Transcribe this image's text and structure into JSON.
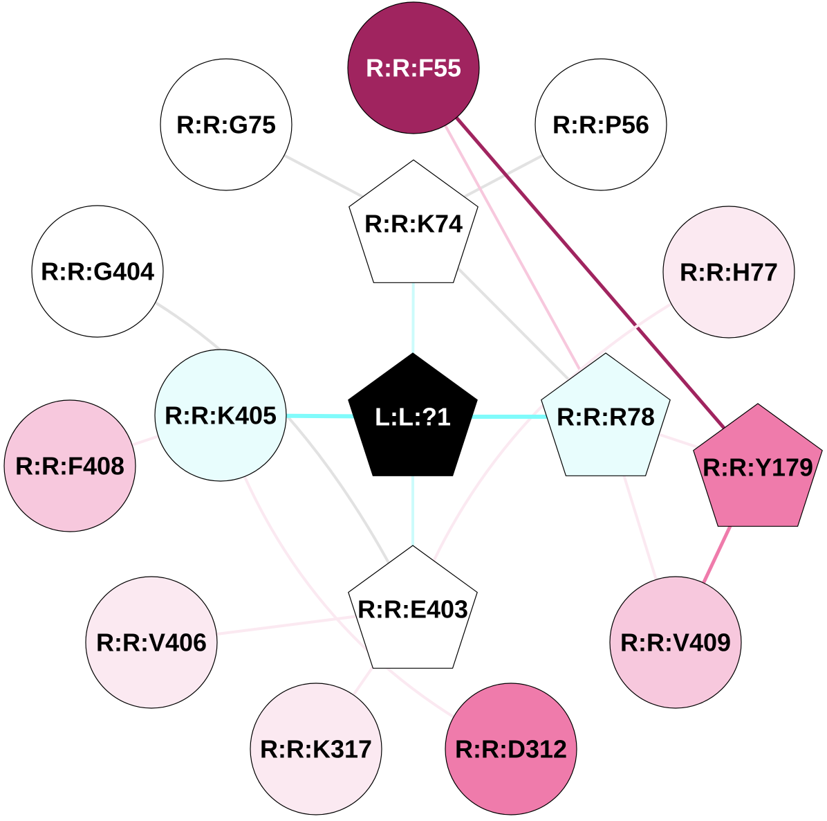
{
  "nodes": [
    {
      "id": "F55",
      "label": "R:R:F55",
      "shape": "circle",
      "fill": "#a0245f",
      "text": "#ffffff"
    },
    {
      "id": "G75",
      "label": "R:R:G75",
      "shape": "circle",
      "fill": "#ffffff",
      "text": "#000000"
    },
    {
      "id": "P56",
      "label": "R:R:P56",
      "shape": "circle",
      "fill": "#ffffff",
      "text": "#000000"
    },
    {
      "id": "K74",
      "label": "R:R:K74",
      "shape": "pentagon",
      "fill": "#ffffff",
      "text": "#000000"
    },
    {
      "id": "G404",
      "label": "R:R:G404",
      "shape": "circle",
      "fill": "#ffffff",
      "text": "#000000"
    },
    {
      "id": "H77",
      "label": "R:R:H77",
      "shape": "circle",
      "fill": "#fbe9f1",
      "text": "#000000"
    },
    {
      "id": "L1",
      "label": "L:L:?1",
      "shape": "pentagon",
      "fill": "#000000",
      "text": "#ffffff"
    },
    {
      "id": "K405",
      "label": "R:R:K405",
      "shape": "circle",
      "fill": "#e8fdfd",
      "text": "#000000"
    },
    {
      "id": "R78",
      "label": "R:R:R78",
      "shape": "pentagon",
      "fill": "#e8fdfd",
      "text": "#000000"
    },
    {
      "id": "F408",
      "label": "R:R:F408",
      "shape": "circle",
      "fill": "#f7c8dd",
      "text": "#000000"
    },
    {
      "id": "Y179",
      "label": "R:R:Y179",
      "shape": "pentagon",
      "fill": "#ef7bab",
      "text": "#000000"
    },
    {
      "id": "E403",
      "label": "R:R:E403",
      "shape": "pentagon",
      "fill": "#ffffff",
      "text": "#000000"
    },
    {
      "id": "V406",
      "label": "R:R:V406",
      "shape": "circle",
      "fill": "#fbe9f1",
      "text": "#000000"
    },
    {
      "id": "V409",
      "label": "R:R:V409",
      "shape": "circle",
      "fill": "#f7c8dd",
      "text": "#000000"
    },
    {
      "id": "K317",
      "label": "R:R:K317",
      "shape": "circle",
      "fill": "#fbe9f1",
      "text": "#000000"
    },
    {
      "id": "D312",
      "label": "R:R:D312",
      "shape": "circle",
      "fill": "#ef7bab",
      "text": "#000000"
    }
  ],
  "edges": [
    {
      "from": "G75",
      "to": "K74",
      "color": "#e2e2e2"
    },
    {
      "from": "P56",
      "to": "K74",
      "color": "#e2e2e2"
    },
    {
      "from": "K74",
      "to": "R78",
      "color": "#e2e2e2"
    },
    {
      "from": "G404",
      "to": "E403",
      "color": "#e2e2e2"
    },
    {
      "from": "F55",
      "to": "R78",
      "color": "#f7c8dd"
    },
    {
      "from": "F55",
      "to": "Y179",
      "color": "#a0245f"
    },
    {
      "from": "H77",
      "to": "E403",
      "color": "#fbe9f1"
    },
    {
      "from": "R78",
      "to": "Y179",
      "color": "#fbe9f1"
    },
    {
      "from": "R78",
      "to": "V409",
      "color": "#fbe9f1"
    },
    {
      "from": "Y179",
      "to": "V409",
      "color": "#ef7bab"
    },
    {
      "from": "F408",
      "to": "K405",
      "color": "#fbe9f1"
    },
    {
      "from": "K405",
      "to": "D312",
      "color": "#fbe9f1"
    },
    {
      "from": "V406",
      "to": "E403",
      "color": "#fbe9f1"
    },
    {
      "from": "K317",
      "to": "E403",
      "color": "#fbe9f1"
    },
    {
      "from": "K74",
      "to": "L1",
      "color": "#ccfbfb"
    },
    {
      "from": "L1",
      "to": "E403",
      "color": "#ccfbfb"
    },
    {
      "from": "L1",
      "to": "K405",
      "color": "#80fbfb"
    },
    {
      "from": "L1",
      "to": "R78",
      "color": "#80fbfb"
    }
  ]
}
